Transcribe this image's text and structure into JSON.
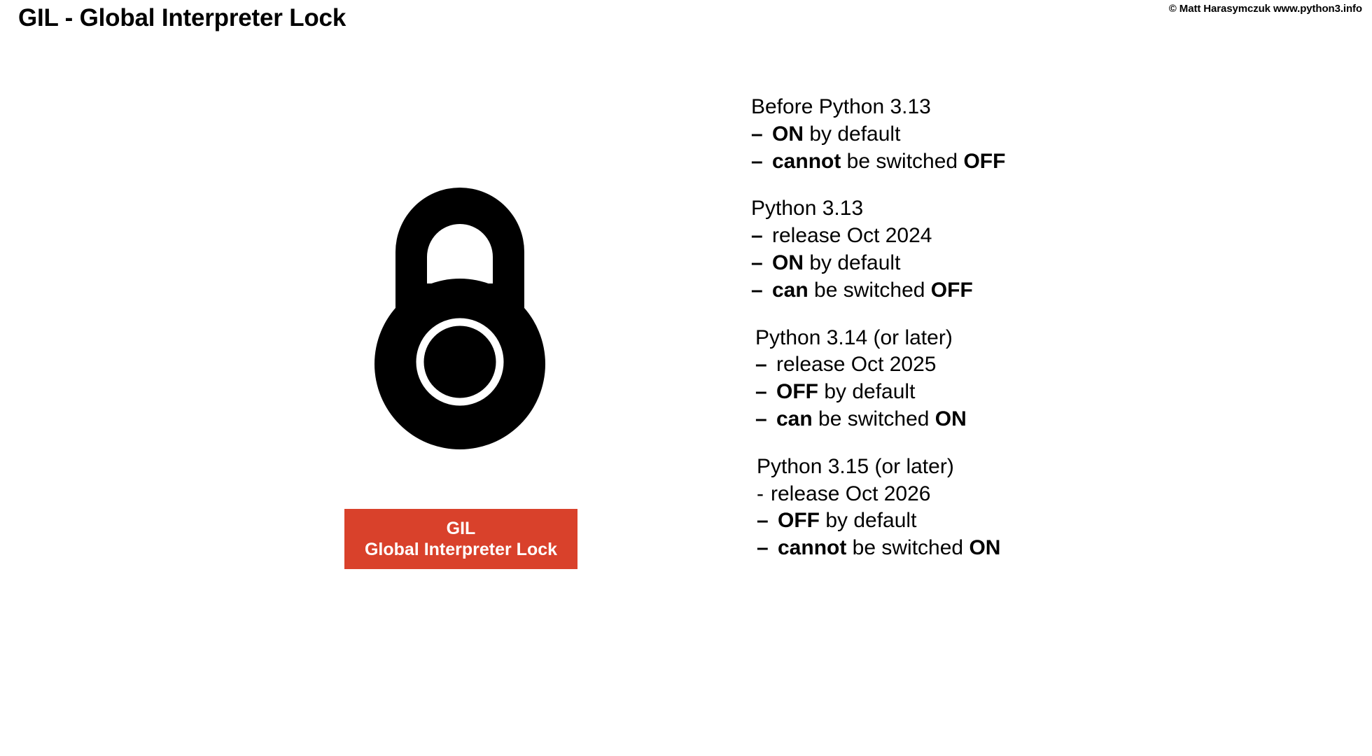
{
  "header": {
    "title": "GIL - Global Interpreter Lock",
    "copyright": "© Matt Harasymczuk www.python3.info"
  },
  "figure": {
    "icon_name": "padlock-icon",
    "label": {
      "line1": "GIL",
      "line2": "Global Interpreter Lock",
      "background_color": "#d9412b",
      "text_color": "#ffffff"
    }
  },
  "notes": [
    {
      "heading": "Before Python 3.13",
      "items": [
        {
          "bullet": "–",
          "bullet_style": "bold",
          "parts": [
            {
              "t": "ON",
              "b": true
            },
            {
              "t": " by default",
              "b": false
            }
          ]
        },
        {
          "bullet": "–",
          "bullet_style": "bold",
          "parts": [
            {
              "t": "cannot",
              "b": true
            },
            {
              "t": " be switched ",
              "b": false
            },
            {
              "t": "OFF",
              "b": true
            }
          ]
        }
      ]
    },
    {
      "heading": "Python 3.13",
      "items": [
        {
          "bullet": "–",
          "bullet_style": "bold",
          "parts": [
            {
              "t": "release Oct 2024",
              "b": false
            }
          ]
        },
        {
          "bullet": "–",
          "bullet_style": "bold",
          "parts": [
            {
              "t": "ON",
              "b": true
            },
            {
              "t": " by default",
              "b": false
            }
          ]
        },
        {
          "bullet": "–",
          "bullet_style": "bold",
          "parts": [
            {
              "t": "can",
              "b": true
            },
            {
              "t": " be switched ",
              "b": false
            },
            {
              "t": "OFF",
              "b": true
            }
          ]
        }
      ]
    },
    {
      "heading": "Python 3.14 (or later)",
      "items": [
        {
          "bullet": "–",
          "bullet_style": "bold",
          "parts": [
            {
              "t": "release Oct 2025",
              "b": false
            }
          ]
        },
        {
          "bullet": "–",
          "bullet_style": "bold",
          "parts": [
            {
              "t": "OFF",
              "b": true
            },
            {
              "t": " by default",
              "b": false
            }
          ]
        },
        {
          "bullet": "–",
          "bullet_style": "bold",
          "parts": [
            {
              "t": "can",
              "b": true
            },
            {
              "t": " be switched ",
              "b": false
            },
            {
              "t": "ON",
              "b": true
            }
          ]
        }
      ]
    },
    {
      "heading": "Python 3.15 (or later)",
      "items": [
        {
          "bullet": "-",
          "bullet_style": "thin",
          "parts": [
            {
              "t": "release Oct 2026",
              "b": false
            }
          ]
        },
        {
          "bullet": "–",
          "bullet_style": "bold",
          "parts": [
            {
              "t": "OFF",
              "b": true
            },
            {
              "t": " by default",
              "b": false
            }
          ]
        },
        {
          "bullet": "–",
          "bullet_style": "bold",
          "parts": [
            {
              "t": "cannot",
              "b": true
            },
            {
              "t": " be switched ",
              "b": false
            },
            {
              "t": "ON",
              "b": true
            }
          ]
        }
      ]
    }
  ]
}
